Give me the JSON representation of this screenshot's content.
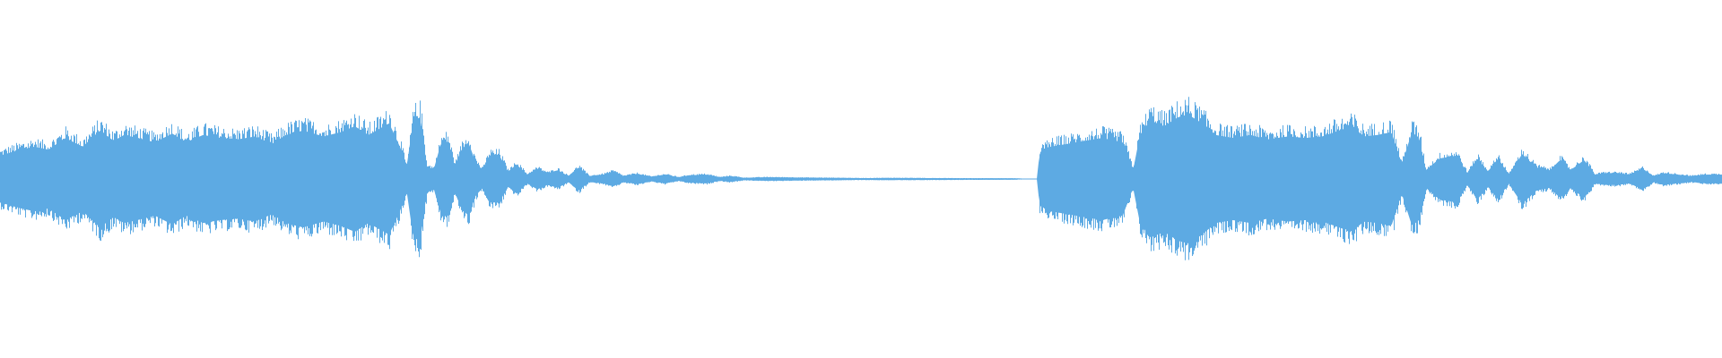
{
  "waveform": {
    "color": "#5daae3",
    "background": "#ffffff",
    "envelope": [
      [
        0.0,
        0.16
      ],
      [
        0.012,
        0.2
      ],
      [
        0.02,
        0.22
      ],
      [
        0.028,
        0.2
      ],
      [
        0.038,
        0.28
      ],
      [
        0.048,
        0.22
      ],
      [
        0.058,
        0.33
      ],
      [
        0.066,
        0.26
      ],
      [
        0.072,
        0.3
      ],
      [
        0.08,
        0.28
      ],
      [
        0.09,
        0.25
      ],
      [
        0.1,
        0.31
      ],
      [
        0.108,
        0.25
      ],
      [
        0.118,
        0.3
      ],
      [
        0.128,
        0.28
      ],
      [
        0.138,
        0.27
      ],
      [
        0.148,
        0.29
      ],
      [
        0.158,
        0.24
      ],
      [
        0.166,
        0.3
      ],
      [
        0.176,
        0.33
      ],
      [
        0.188,
        0.29
      ],
      [
        0.198,
        0.32
      ],
      [
        0.206,
        0.36
      ],
      [
        0.214,
        0.3
      ],
      [
        0.22,
        0.34
      ],
      [
        0.226,
        0.38
      ],
      [
        0.233,
        0.2
      ],
      [
        0.236,
        0.07
      ],
      [
        0.24,
        0.4
      ],
      [
        0.244,
        0.42
      ],
      [
        0.248,
        0.08
      ],
      [
        0.252,
        0.07
      ],
      [
        0.256,
        0.24
      ],
      [
        0.26,
        0.26
      ],
      [
        0.264,
        0.09
      ],
      [
        0.268,
        0.2
      ],
      [
        0.272,
        0.25
      ],
      [
        0.276,
        0.12
      ],
      [
        0.28,
        0.06
      ],
      [
        0.284,
        0.16
      ],
      [
        0.29,
        0.16
      ],
      [
        0.295,
        0.05
      ],
      [
        0.3,
        0.1
      ],
      [
        0.306,
        0.03
      ],
      [
        0.312,
        0.07
      ],
      [
        0.318,
        0.04
      ],
      [
        0.324,
        0.06
      ],
      [
        0.33,
        0.02
      ],
      [
        0.336,
        0.08
      ],
      [
        0.342,
        0.02
      ],
      [
        0.35,
        0.03
      ],
      [
        0.356,
        0.05
      ],
      [
        0.362,
        0.02
      ],
      [
        0.37,
        0.035
      ],
      [
        0.378,
        0.015
      ],
      [
        0.386,
        0.03
      ],
      [
        0.394,
        0.012
      ],
      [
        0.4,
        0.025
      ],
      [
        0.41,
        0.03
      ],
      [
        0.418,
        0.012
      ],
      [
        0.424,
        0.02
      ],
      [
        0.432,
        0.008
      ],
      [
        0.446,
        0.012
      ],
      [
        0.46,
        0.01
      ],
      [
        0.48,
        0.008
      ],
      [
        0.5,
        0.006
      ],
      [
        0.52,
        0.007
      ],
      [
        0.56,
        0.005
      ],
      [
        0.59,
        0.004
      ],
      [
        0.6,
        0.0
      ],
      [
        0.6025,
        0.0
      ],
      [
        0.6035,
        0.18
      ],
      [
        0.61,
        0.22
      ],
      [
        0.625,
        0.25
      ],
      [
        0.64,
        0.28
      ],
      [
        0.652,
        0.25
      ],
      [
        0.658,
        0.06
      ],
      [
        0.662,
        0.3
      ],
      [
        0.668,
        0.4
      ],
      [
        0.676,
        0.36
      ],
      [
        0.684,
        0.42
      ],
      [
        0.69,
        0.44
      ],
      [
        0.698,
        0.38
      ],
      [
        0.706,
        0.3
      ],
      [
        0.716,
        0.28
      ],
      [
        0.726,
        0.3
      ],
      [
        0.736,
        0.27
      ],
      [
        0.748,
        0.29
      ],
      [
        0.758,
        0.28
      ],
      [
        0.768,
        0.29
      ],
      [
        0.78,
        0.34
      ],
      [
        0.786,
        0.35
      ],
      [
        0.792,
        0.29
      ],
      [
        0.8,
        0.3
      ],
      [
        0.808,
        0.32
      ],
      [
        0.814,
        0.1
      ],
      [
        0.82,
        0.32
      ],
      [
        0.824,
        0.28
      ],
      [
        0.828,
        0.06
      ],
      [
        0.836,
        0.14
      ],
      [
        0.846,
        0.16
      ],
      [
        0.852,
        0.04
      ],
      [
        0.858,
        0.14
      ],
      [
        0.864,
        0.05
      ],
      [
        0.87,
        0.14
      ],
      [
        0.876,
        0.03
      ],
      [
        0.884,
        0.17
      ],
      [
        0.892,
        0.08
      ],
      [
        0.9,
        0.06
      ],
      [
        0.906,
        0.13
      ],
      [
        0.912,
        0.06
      ],
      [
        0.92,
        0.13
      ],
      [
        0.926,
        0.03
      ],
      [
        0.932,
        0.04
      ],
      [
        0.94,
        0.04
      ],
      [
        0.946,
        0.03
      ],
      [
        0.954,
        0.07
      ],
      [
        0.96,
        0.02
      ],
      [
        0.966,
        0.04
      ],
      [
        0.974,
        0.03
      ],
      [
        0.982,
        0.02
      ],
      [
        0.99,
        0.03
      ],
      [
        1.0,
        0.03
      ]
    ]
  }
}
